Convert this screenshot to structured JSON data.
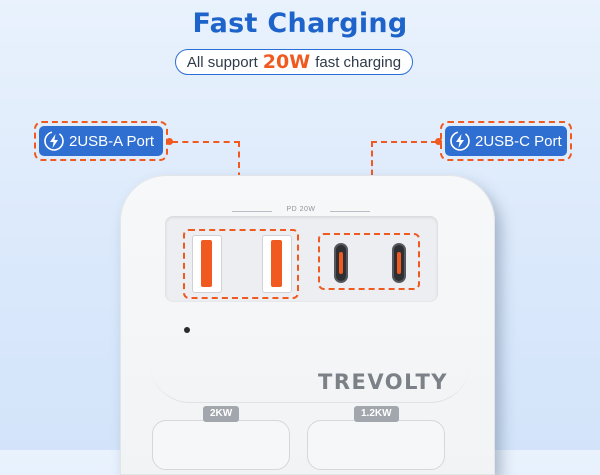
{
  "header": {
    "title": "Fast Charging",
    "subtitle_prefix": "All support",
    "subtitle_highlight": "20W",
    "subtitle_suffix": "fast charging"
  },
  "callouts": {
    "usb_a_label": "2USB-A Port",
    "usb_c_label": "2USB-C Port"
  },
  "device": {
    "pd_label": "PD 20W",
    "brand": "TREVOLTY",
    "socket_left_label": "2KW",
    "socket_right_label": "1.2KW"
  },
  "icons": {
    "callout_icon": "lightning-bolt-circle-icon"
  },
  "colors": {
    "accent": "#f0591f",
    "blue": "#2f6fd2",
    "title": "#1d63c9"
  }
}
